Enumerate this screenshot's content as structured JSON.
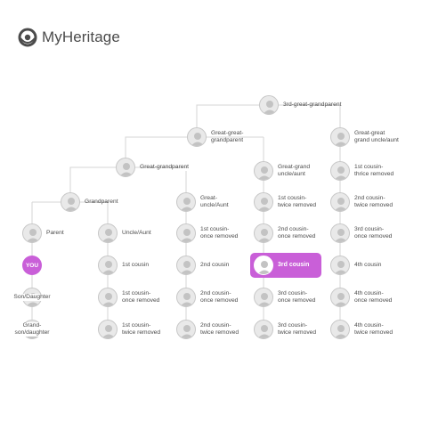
{
  "brand": {
    "name": "MyHeritage",
    "logo_icon": "myheritage-logo-icon",
    "accent": "#c95fd8"
  },
  "nodes": {
    "gggp": "3rd-great-grandparent",
    "ggp": "Great-great-\ngrandparent",
    "ggu": "Great-great\ngrand uncle/aunt",
    "gp_great": "Great-grandparent",
    "gu": "Great-grand\nuncle/aunt",
    "c1_thrice": "1st cousin-\nthrice removed",
    "grandparent": "Grandparent",
    "great_uncle": "Great-\nuncle/Aunt",
    "c1_twice_a": "1st cousin-\ntwice removed",
    "c2_twice_a": "2nd cousin-\ntwice removed",
    "parent": "Parent",
    "uncle": "Uncle/Aunt",
    "c1_once_a": "1st cousin-\nonce removed",
    "c2_once_a": "2nd cousin-\nonce removed",
    "c3_once_a": "3rd cousin-\nonce removed",
    "you": "YOU",
    "c1": "1st cousin",
    "c2": "2nd cousin",
    "c3": "3rd cousin",
    "c4": "4th cousin",
    "son": "Son/Daughter",
    "c1_once_b": "1st cousin-\nonce removed",
    "c2_once_b": "2nd cousin-\nonce removed",
    "c3_once_b": "3rd cousin-\nonce removed",
    "c4_once_b": "4th cousin-\nonce removed",
    "grandson": "Grand-\nson/daughter",
    "c1_twice_b": "1st cousin-\ntwice removed",
    "c2_twice_b": "2nd cousin-\ntwice removed",
    "c3_twice_b": "3rd cousin-\ntwice removed",
    "c4_twice_b": "4th cousin-\ntwice removed"
  }
}
